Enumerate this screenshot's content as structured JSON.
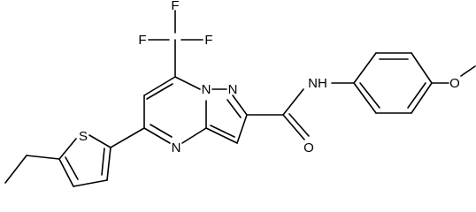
{
  "atoms": {
    "f1": "F",
    "f2": "F",
    "f3": "F",
    "n_bridge": "N",
    "n_pyrazole": "N",
    "n_pyrimidine": "N",
    "s_thiophene": "S",
    "nh": "NH",
    "o_carbonyl": "O",
    "o_methoxy": "O"
  }
}
